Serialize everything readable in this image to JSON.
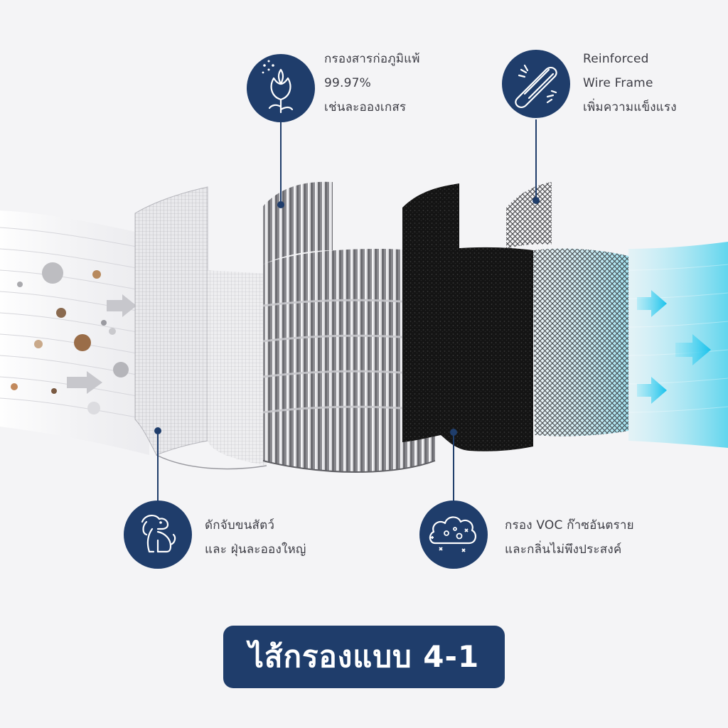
{
  "colors": {
    "navy": "#1f3d6b",
    "background": "#f4f4f6",
    "text": "#3d3d45",
    "clean_air": "#48d0ec",
    "carbon": "#141414"
  },
  "callouts": {
    "allergen": {
      "lines": [
        "กรองสารก่อภูมิแพ้",
        "99.97%",
        "เช่นละอองเกสร"
      ],
      "icon": "flower-icon"
    },
    "wire_frame": {
      "lines": [
        "Reinforced",
        "Wire Frame",
        "เพิ่มความแข็งแรง"
      ],
      "icon": "wire-coil-icon"
    },
    "pet_hair": {
      "lines": [
        "ดักจับขนสัตว์",
        "และ ฝุ่นละอองใหญ่"
      ],
      "icon": "dog-icon"
    },
    "voc": {
      "lines": [
        "กรอง VOC ก๊าซอันตราย",
        "และกลิ่นไม่พึงประสงค์"
      ],
      "icon": "gas-cloud-icon"
    }
  },
  "badge": {
    "label": "ไส้กรองแบบ 4-1"
  }
}
